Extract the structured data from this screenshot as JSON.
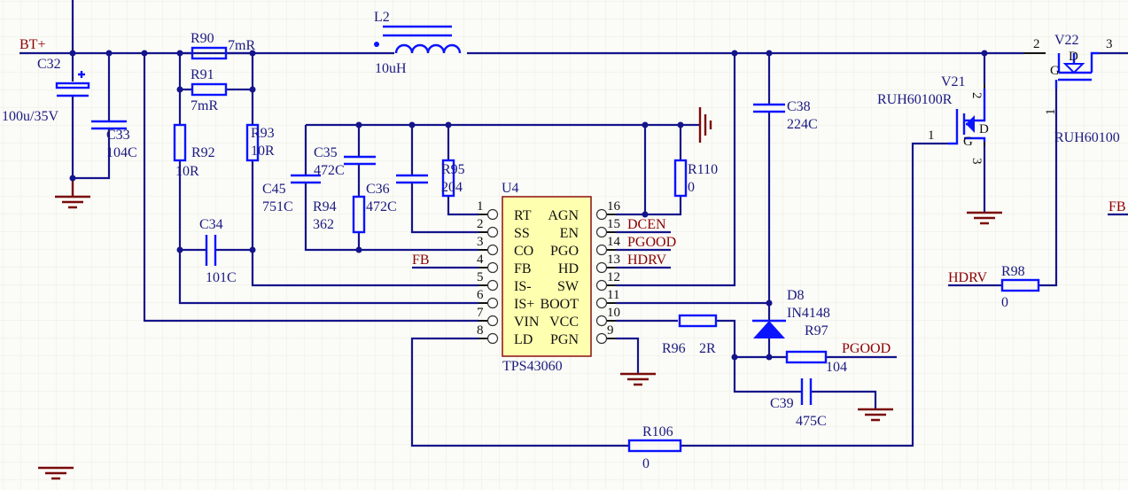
{
  "nets": {
    "bt_plus": "BT+",
    "fb": "FB",
    "dcen": "DCEN",
    "pgood": "PGOOD",
    "hdrv": "HDRV",
    "fb_right": "FB",
    "hdrv_left": "HDRV",
    "pgood_right": "PGOOD"
  },
  "components": {
    "C32": {
      "ref": "C32",
      "value": "100u/35V"
    },
    "C33": {
      "ref": "C33",
      "value": "104C"
    },
    "R90": {
      "ref": "R90",
      "value": "7mR"
    },
    "R91": {
      "ref": "R91",
      "value": "7mR"
    },
    "R92": {
      "ref": "R92",
      "value": "10R"
    },
    "R93": {
      "ref": "R93",
      "value": "10R"
    },
    "C34": {
      "ref": "C34",
      "value": "101C"
    },
    "L2": {
      "ref": "L2",
      "value": "10uH"
    },
    "C45": {
      "ref": "C45",
      "value": "751C"
    },
    "C35": {
      "ref": "C35",
      "value": "472C"
    },
    "R94": {
      "ref": "R94",
      "value": "362"
    },
    "C36": {
      "ref": "C36",
      "value": "472C"
    },
    "R95": {
      "ref": "R95",
      "value": "204"
    },
    "R110": {
      "ref": "R110",
      "value": "0"
    },
    "C38": {
      "ref": "C38",
      "value": "224C"
    },
    "D8": {
      "ref": "D8",
      "value": "IN4148"
    },
    "R96": {
      "ref": "R96",
      "value": "2R"
    },
    "R97": {
      "ref": "R97",
      "value": "104"
    },
    "C39": {
      "ref": "C39",
      "value": "475C"
    },
    "R106": {
      "ref": "R106",
      "value": "0"
    },
    "R98": {
      "ref": "R98",
      "value": "0"
    },
    "V21": {
      "ref": "V21",
      "value": "RUH60100R",
      "pins": [
        "1",
        "2",
        "3"
      ],
      "g": "G",
      "d": "D"
    },
    "V22": {
      "ref": "V22",
      "value": "RUH60100",
      "pins": [
        "1",
        "2",
        "3"
      ],
      "g": "G",
      "d": "D"
    }
  },
  "ic": {
    "ref": "U4",
    "part": "TPS43060",
    "left_pins": [
      {
        "num": "1",
        "name": "RT"
      },
      {
        "num": "2",
        "name": "SS"
      },
      {
        "num": "3",
        "name": "CO"
      },
      {
        "num": "4",
        "name": "FB"
      },
      {
        "num": "5",
        "name": "IS-"
      },
      {
        "num": "6",
        "name": "IS+"
      },
      {
        "num": "7",
        "name": "VIN"
      },
      {
        "num": "8",
        "name": "LD"
      }
    ],
    "right_pins": [
      {
        "num": "16",
        "name": "AGN"
      },
      {
        "num": "15",
        "name": "EN"
      },
      {
        "num": "14",
        "name": "PGO"
      },
      {
        "num": "13",
        "name": "HD"
      },
      {
        "num": "12",
        "name": "SW"
      },
      {
        "num": "11",
        "name": "BOOT"
      },
      {
        "num": "10",
        "name": "VCC"
      },
      {
        "num": "9",
        "name": "PGN"
      }
    ]
  },
  "colors": {
    "wire": "#14148c",
    "component": "#0a14ff",
    "net_label": "#8b0000",
    "ic_fill": "#ffffb0",
    "background": "#fbfbf7"
  }
}
